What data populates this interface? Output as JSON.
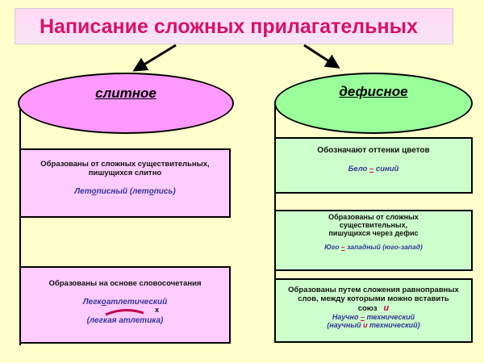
{
  "title": "Написание сложных прилагательных",
  "left": {
    "heading": "слитное",
    "box1": {
      "line1": "Образованы  от сложных   существительных,",
      "line2": "пишущихся слитно",
      "ex_a": "Лет",
      "ex_b": "о",
      "ex_c": "писный (лет",
      "ex_d": "о",
      "ex_e": "пись)"
    },
    "box2": {
      "line1": "Образованы на основе словосочетания",
      "ex_a": "Легк",
      "ex_b": "о",
      "ex_c": "атлетический",
      "mark": "x",
      "ex2": "(легкая  атлетика)"
    }
  },
  "right": {
    "heading": "дефисное",
    "box1": {
      "line1": "Обозначают оттенки  цветов",
      "ex_a": "Бело ",
      "dash": "–",
      "ex_b": " синий"
    },
    "box2": {
      "line1": "Образованы  от сложных",
      "line2": "существительных,",
      "line3": "пишущихся через дефис",
      "ex_a": "Юго ",
      "dash": "–",
      "ex_b": " западный  (юго-запад)"
    },
    "box3": {
      "line1": "Образованы путем  сложения равноправных",
      "line2": "слов, между которыми можно вставить",
      "line3": "союз",
      "conj": "и",
      "ex_a": "Научно ",
      "dash": "–",
      "ex_b": " технический",
      "ex2_a": "(научный ",
      "ex2_conj": "и",
      "ex2_b": " технический)"
    }
  },
  "colors": {
    "title": "#d8106a",
    "left": "#ff99ff",
    "right": "#99ff99",
    "background": "#ffffcc"
  }
}
